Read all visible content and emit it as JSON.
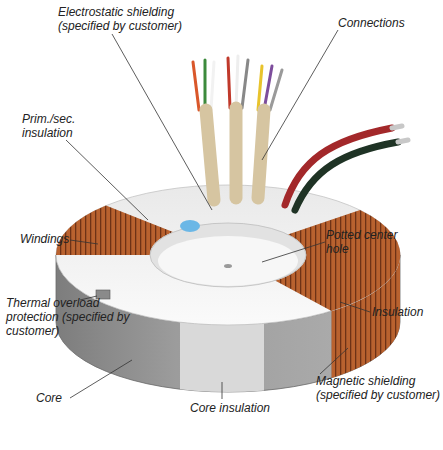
{
  "diagram": {
    "labels": [
      "Electrostatic shielding (specified by customer)",
      "Connections",
      "Prim./sec. insulation",
      "Windings",
      "Potted center hole",
      "Thermal overload protection (specified by customer)",
      "Insulation",
      "Magnetic shielding (specified by customer)",
      "Core",
      "Core insulation"
    ]
  }
}
